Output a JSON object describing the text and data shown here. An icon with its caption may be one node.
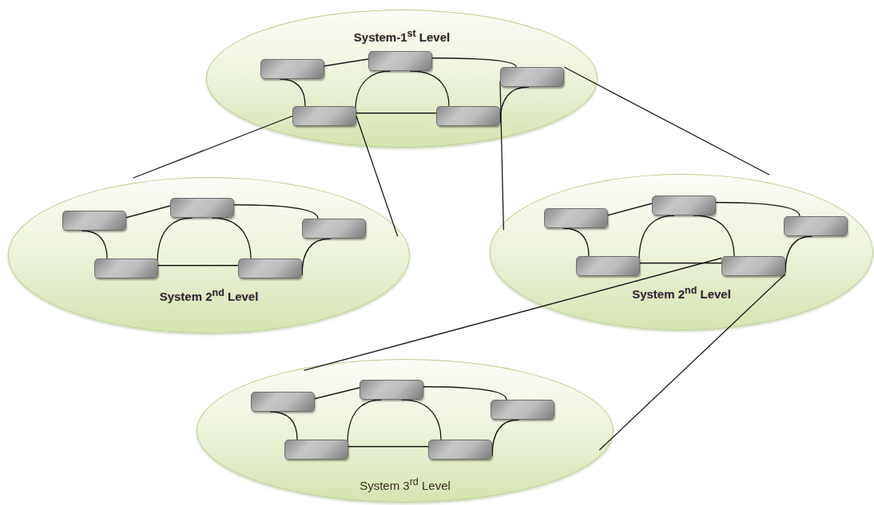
{
  "diagram": {
    "nodes": [
      {
        "text": [
          "System-1$^{st}$ Level"
        ]
      },
      {
        "text": [],
        "shape": "box",
        "in": 0
      },
      {
        "text": [],
        "shape": "box",
        "in": 0
      },
      {
        "text": [],
        "shape": "box",
        "in": 0
      },
      {
        "text": [],
        "shape": "box",
        "in": 0
      },
      {
        "text": [],
        "shape": "box",
        "in": 0
      },
      {
        "text": [
          "System 2$^{nd}$ Level"
        ]
      },
      {
        "text": [],
        "shape": "box",
        "in": 6
      },
      {
        "text": [],
        "shape": "box",
        "in": 6
      },
      {
        "text": [],
        "shape": "box",
        "in": 6
      },
      {
        "text": [],
        "shape": "box",
        "in": 6
      },
      {
        "text": [],
        "shape": "box",
        "in": 6
      },
      {
        "text": [
          "System 2$^{nd}$ Level"
        ]
      },
      {
        "text": [],
        "shape": "box",
        "in": 12
      },
      {
        "text": [],
        "shape": "box",
        "in": 12
      },
      {
        "text": [],
        "shape": "box",
        "in": 12
      },
      {
        "text": [],
        "shape": "box",
        "in": 12
      },
      {
        "text": [],
        "shape": "box",
        "in": 12
      },
      {
        "text": [
          "System 3$^{rd}$ Level"
        ]
      },
      {
        "text": [],
        "shape": "box",
        "in": 18
      },
      {
        "text": [],
        "shape": "box",
        "in": 18
      },
      {
        "text": [],
        "shape": "box",
        "in": 18
      },
      {
        "text": [],
        "shape": "box",
        "in": 18
      },
      {
        "text": [],
        "shape": "box",
        "in": 18
      }
    ],
    "edges": [
      {
        "from": 1,
        "to": 3,
        "arrow": "none"
      },
      {
        "from": 3,
        "to": 5,
        "arrow": "none"
      },
      {
        "from": 1,
        "to": 2,
        "arrow": "none"
      },
      {
        "from": 2,
        "to": 3,
        "arrow": "none"
      },
      {
        "from": 3,
        "to": 4,
        "arrow": "none"
      },
      {
        "from": 2,
        "to": 4,
        "arrow": "none"
      },
      {
        "from": 4,
        "to": 5,
        "arrow": "none"
      },
      {
        "from": 7,
        "to": 9,
        "arrow": "none"
      },
      {
        "from": 9,
        "to": 11,
        "arrow": "none"
      },
      {
        "from": 7,
        "to": 8,
        "arrow": "none"
      },
      {
        "from": 8,
        "to": 9,
        "arrow": "none"
      },
      {
        "from": 9,
        "to": 10,
        "arrow": "none"
      },
      {
        "from": 8,
        "to": 10,
        "arrow": "none"
      },
      {
        "from": 10,
        "to": 11,
        "arrow": "none"
      },
      {
        "from": 13,
        "to": 15,
        "arrow": "none"
      },
      {
        "from": 15,
        "to": 17,
        "arrow": "none"
      },
      {
        "from": 13,
        "to": 14,
        "arrow": "none"
      },
      {
        "from": 14,
        "to": 15,
        "arrow": "none"
      },
      {
        "from": 15,
        "to": 16,
        "arrow": "none"
      },
      {
        "from": 14,
        "to": 16,
        "arrow": "none"
      },
      {
        "from": 16,
        "to": 17,
        "arrow": "none"
      },
      {
        "from": 19,
        "to": 21,
        "arrow": "none"
      },
      {
        "from": 21,
        "to": 23,
        "arrow": "none"
      },
      {
        "from": 19,
        "to": 20,
        "arrow": "none"
      },
      {
        "from": 20,
        "to": 21,
        "arrow": "none"
      },
      {
        "from": 21,
        "to": 22,
        "arrow": "none"
      },
      {
        "from": 20,
        "to": 22,
        "arrow": "none"
      },
      {
        "from": 22,
        "to": 23,
        "arrow": "none"
      },
      {
        "from": 2,
        "to": 6,
        "arrow": "none"
      },
      {
        "from": 2,
        "to": 6,
        "arrow": "none"
      },
      {
        "from": 5,
        "to": 12,
        "arrow": "none"
      },
      {
        "from": 5,
        "to": 12,
        "arrow": "none"
      },
      {
        "from": 16,
        "to": 18,
        "arrow": "none"
      },
      {
        "from": 16,
        "to": 18,
        "arrow": "none"
      }
    ]
  }
}
